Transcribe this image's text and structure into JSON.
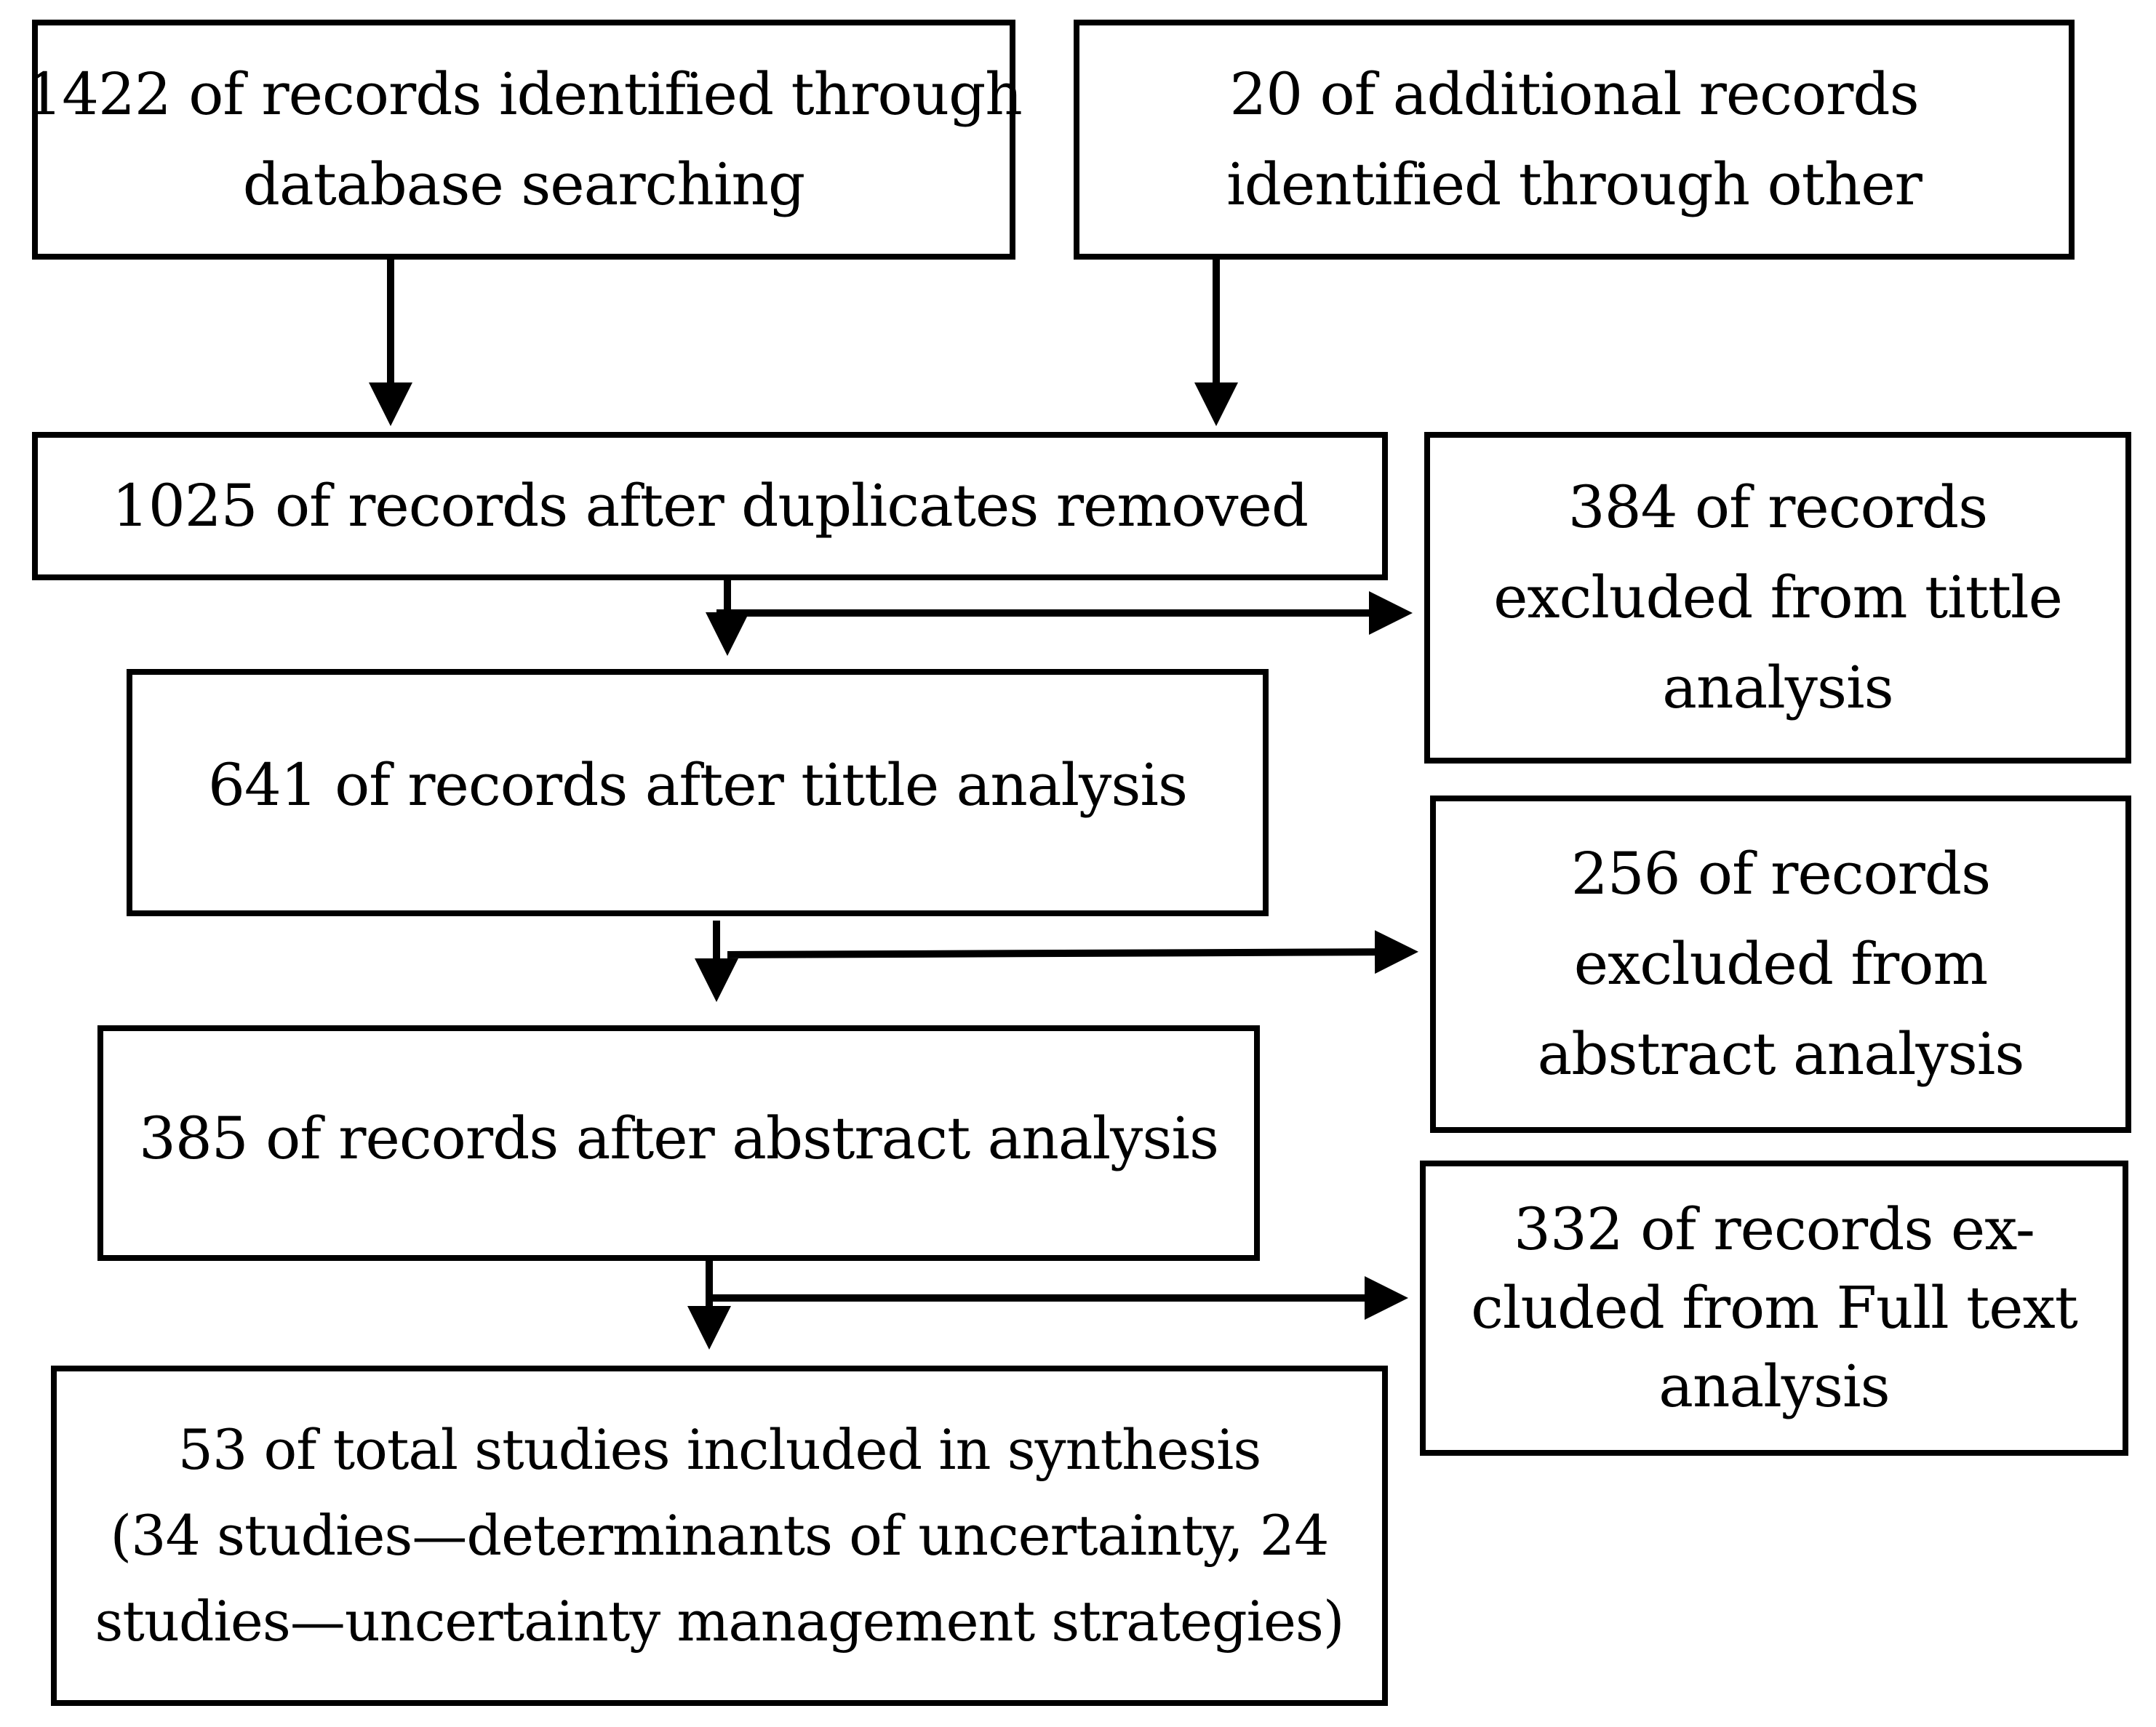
{
  "boxes": {
    "database_search": [
      "1422 of records identified through",
      "database searching"
    ],
    "additional_records": [
      "20 of additional records",
      "identified through other"
    ],
    "duplicates_removed": [
      "1025 of records after duplicates removed"
    ],
    "excluded_title": [
      "384 of records",
      "excluded from tittle",
      "analysis"
    ],
    "after_title": [
      "641 of records after tittle analysis"
    ],
    "excluded_abstract": [
      "256 of records",
      "excluded from",
      "abstract analysis"
    ],
    "after_abstract": [
      "385 of records after abstract analysis"
    ],
    "excluded_fulltext": [
      "332 of records ex-",
      "cluded from Full text",
      "analysis"
    ],
    "included": [
      "53 of total studies included in synthesis",
      "(34 studies—determinants of uncertainty, 24",
      "studies—uncertainty management strategies)"
    ]
  },
  "colors": {
    "stroke": "#000000",
    "background": "#ffffff"
  }
}
